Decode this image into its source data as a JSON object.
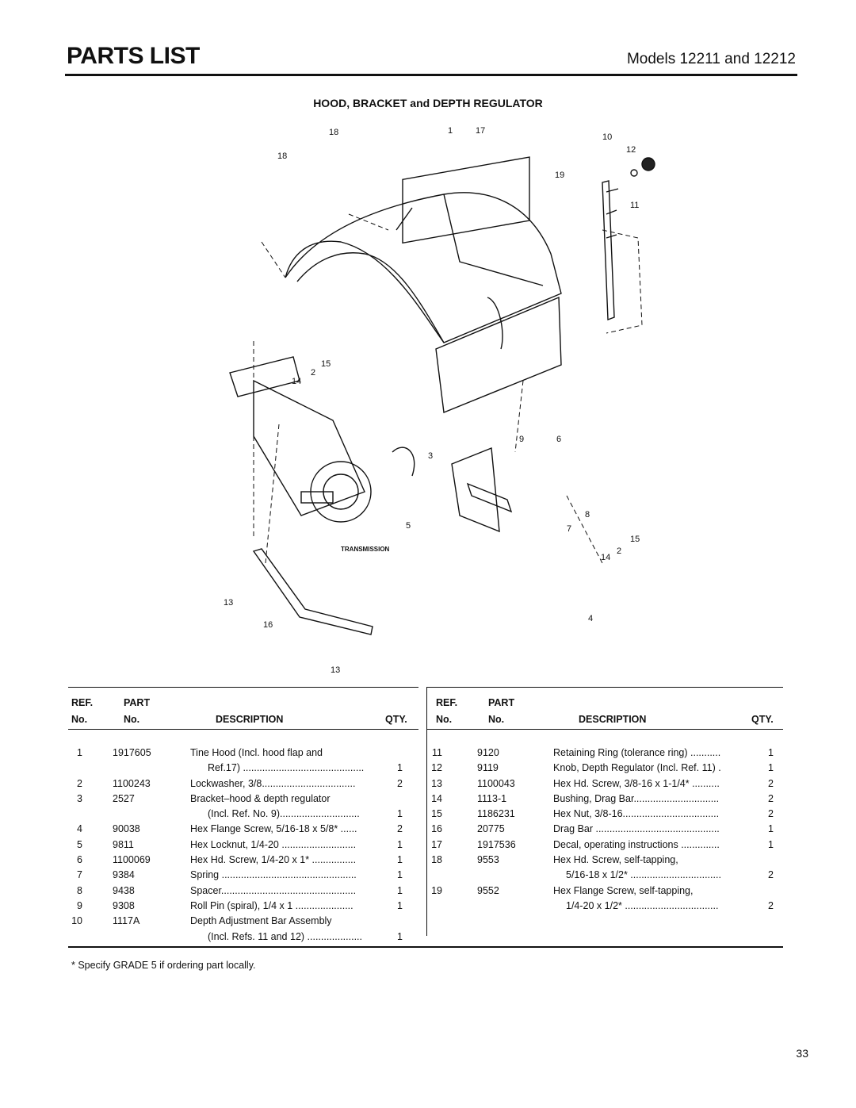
{
  "header": {
    "title": "PARTS LIST",
    "models": "Models 12211 and 12212"
  },
  "section_title": "HOOD, BRACKET and DEPTH REGULATOR",
  "diagram_label": "TRANSMISSION",
  "callouts": [
    "18",
    "18",
    "1",
    "17",
    "10",
    "12",
    "19",
    "11",
    "15",
    "2",
    "14",
    "9",
    "6",
    "3",
    "8",
    "5",
    "7",
    "15",
    "2",
    "14",
    "13",
    "16",
    "4",
    "13"
  ],
  "table_headers": {
    "ref_top": "REF.",
    "ref_bottom": "No.",
    "part_top": "PART",
    "part_bottom": "No.",
    "description": "DESCRIPTION",
    "qty": "QTY."
  },
  "left_rows": [
    {
      "ref": "1",
      "part": "1917605",
      "desc": "Tine Hood (Incl. hood flap and",
      "qty": ""
    },
    {
      "ref": "",
      "part": "",
      "desc": "Ref.17) ............................................",
      "qty": "1",
      "indent": true
    },
    {
      "ref": "2",
      "part": "1100243",
      "desc": "Lockwasher, 3/8..................................",
      "qty": "2"
    },
    {
      "ref": "3",
      "part": "2527",
      "desc": "Bracket–hood & depth regulator",
      "qty": ""
    },
    {
      "ref": "",
      "part": "",
      "desc": "(Incl. Ref. No. 9).............................",
      "qty": "1",
      "indent": true
    },
    {
      "ref": "4",
      "part": "90038",
      "desc": "Hex Flange Screw, 5/16-18 x 5/8* ......",
      "qty": "2"
    },
    {
      "ref": "5",
      "part": "9811",
      "desc": "Hex Locknut, 1/4-20 ...........................",
      "qty": "1"
    },
    {
      "ref": "6",
      "part": "1100069",
      "desc": "Hex Hd. Screw, 1/4-20 x 1* ................",
      "qty": "1"
    },
    {
      "ref": "7",
      "part": "9384",
      "desc": "Spring .................................................",
      "qty": "1"
    },
    {
      "ref": "8",
      "part": "9438",
      "desc": "Spacer.................................................",
      "qty": "1"
    },
    {
      "ref": "9",
      "part": "9308",
      "desc": "Roll Pin (spiral), 1/4 x 1 .....................",
      "qty": "1"
    },
    {
      "ref": "10",
      "part": "1117A",
      "desc": "Depth Adjustment Bar Assembly",
      "qty": ""
    },
    {
      "ref": "",
      "part": "",
      "desc": "(Incl. Refs. 11 and 12) ....................",
      "qty": "1",
      "indent": true
    }
  ],
  "right_rows": [
    {
      "ref": "11",
      "part": "9120",
      "desc": "Retaining Ring (tolerance ring) ...........",
      "qty": "1"
    },
    {
      "ref": "12",
      "part": "9119",
      "desc": "Knob, Depth Regulator (Incl. Ref. 11) .",
      "qty": "1"
    },
    {
      "ref": "13",
      "part": "1100043",
      "desc": "Hex Hd. Screw, 3/8-16 x 1-1/4* ..........",
      "qty": "2"
    },
    {
      "ref": "14",
      "part": "1113-1",
      "desc": "Bushing, Drag Bar...............................",
      "qty": "2"
    },
    {
      "ref": "15",
      "part": "1186231",
      "desc": "Hex Nut, 3/8-16...................................",
      "qty": "2"
    },
    {
      "ref": "16",
      "part": "20775",
      "desc": "Drag Bar .............................................",
      "qty": "1"
    },
    {
      "ref": "17",
      "part": "1917536",
      "desc": "Decal, operating instructions ..............",
      "qty": "1"
    },
    {
      "ref": "18",
      "part": "9553",
      "desc": "Hex Hd. Screw, self-tapping,",
      "qty": ""
    },
    {
      "ref": "",
      "part": "",
      "desc": "5/16-18 x 1/2* .................................",
      "qty": "2",
      "indent": true
    },
    {
      "ref": "19",
      "part": "9552",
      "desc": "Hex Flange Screw, self-tapping,",
      "qty": ""
    },
    {
      "ref": "",
      "part": "",
      "desc": "1/4-20 x 1/2* ..................................",
      "qty": "2",
      "indent": true
    }
  ],
  "footnote": "*  Specify GRADE 5 if ordering part locally.",
  "page_number": "33"
}
